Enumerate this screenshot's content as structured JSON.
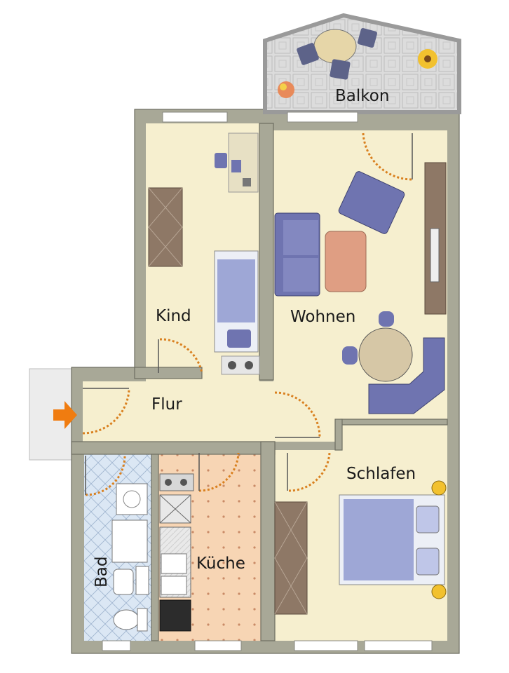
{
  "rooms": {
    "balkon": "Balkon",
    "kind": "Kind",
    "wohnen": "Wohnen",
    "flur": "Flur",
    "schlafen": "Schlafen",
    "bad": "Bad",
    "kueche": "Küche"
  },
  "colors": {
    "wall": "#a8a897",
    "floor_main": "#f6efcf",
    "bath_tile": "#d9e6f3",
    "kitchen_floor": "#f7d5b4",
    "balcony_tile": "#d8d8d8",
    "door_arc": "#d9801f",
    "entrance_arrow": "#f07c10",
    "furniture_blue": "#6f74b0",
    "table_salmon": "#df9e83",
    "wardrobe_brown": "#8e7866"
  },
  "icons": {
    "entrance": "entrance-arrow-icon"
  }
}
